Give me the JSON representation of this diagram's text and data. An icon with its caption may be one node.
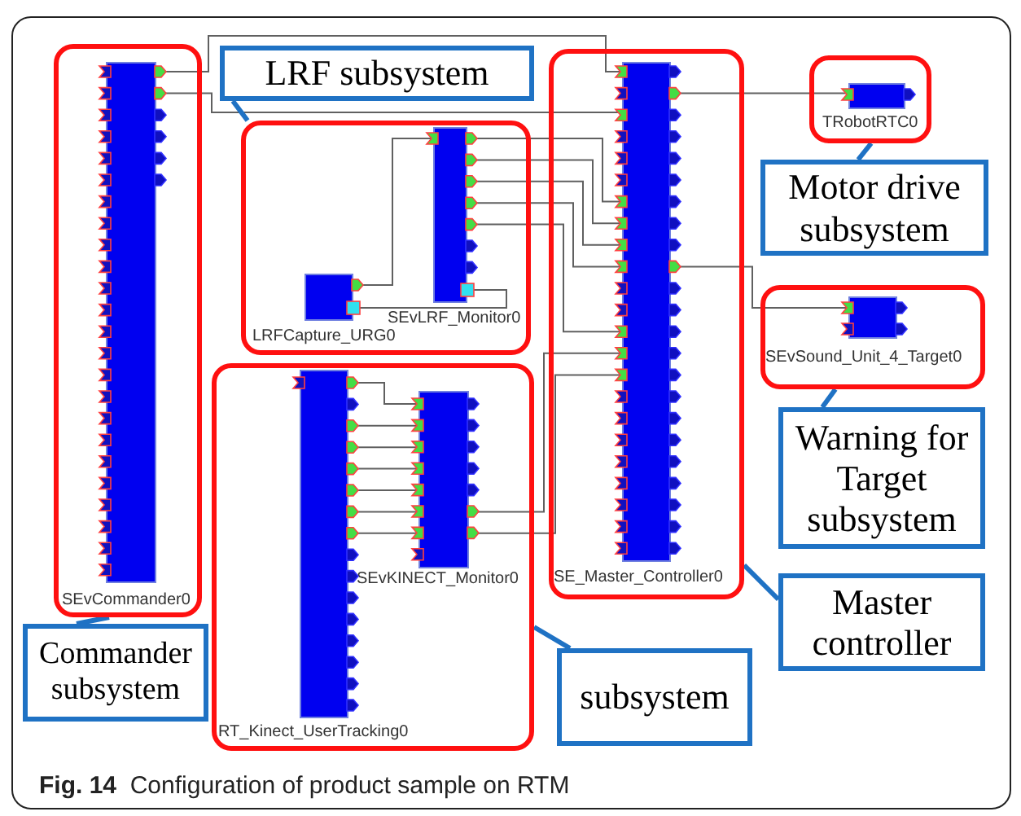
{
  "diagram": {
    "caption": "**Fig. 14**  Configuration of product sample on RTM",
    "nodes": [
      {
        "text": [],
        "shape": "box"
      },
      {
        "text": [],
        "shape": "box",
        "in": 0,
        "beside": [
          "SEvCommander0"
        ]
      },
      {
        "text": [],
        "shape": "box"
      },
      {
        "text": [],
        "shape": "box",
        "in": 2,
        "beside": [
          "SEvLRF_Monitor0"
        ]
      },
      {
        "text": [],
        "shape": "box",
        "in": 2,
        "beside": [
          "LRFCapture_URG0"
        ]
      },
      {
        "text": [],
        "shape": "box"
      },
      {
        "text": [],
        "shape": "box",
        "in": 5,
        "beside": [
          "SE_Master_Controller0"
        ]
      },
      {
        "text": [],
        "shape": "box"
      },
      {
        "text": [],
        "shape": "box",
        "in": 7,
        "beside": [
          "TRobotRTC0"
        ]
      },
      {
        "text": [],
        "shape": "box"
      },
      {
        "text": [],
        "shape": "box",
        "in": 9,
        "beside": [
          "RT_Kinect_UserTracking0"
        ]
      },
      {
        "text": [],
        "shape": "box",
        "in": 9,
        "beside": [
          "SEvKINECT_Monitor0"
        ]
      },
      {
        "text": [],
        "shape": "box"
      },
      {
        "text": [],
        "shape": "box",
        "in": 12,
        "beside": [
          "SEvSound_Unit_4_Target0"
        ]
      },
      {
        "text": [
          "LRF  subsystem"
        ]
      },
      {
        "text": [
          "Motor drive subsystem"
        ]
      },
      {
        "text": [
          "Warning for Target subsystem"
        ]
      },
      {
        "text": [
          "Master controller"
        ]
      },
      {
        "text": [
          "subsystem"
        ]
      },
      {
        "text": [
          "Commander subsystem"
        ]
      }
    ],
    "edges": [
      {
        "from": 1,
        "to": 6,
        "arrow": "none"
      },
      {
        "from": 1,
        "to": 6,
        "arrow": "none"
      },
      {
        "from": 4,
        "to": 3,
        "arrow": "none"
      },
      {
        "from": 4,
        "to": 3,
        "arrow": "none"
      },
      {
        "from": 3,
        "to": 6,
        "arrow": "none"
      },
      {
        "from": 3,
        "to": 6,
        "arrow": "none"
      },
      {
        "from": 3,
        "to": 6,
        "arrow": "none"
      },
      {
        "from": 3,
        "to": 6,
        "arrow": "none"
      },
      {
        "from": 3,
        "to": 6,
        "arrow": "none"
      },
      {
        "from": 6,
        "to": 8,
        "arrow": "none"
      },
      {
        "from": 6,
        "to": 13,
        "arrow": "none"
      },
      {
        "from": 10,
        "to": 11,
        "arrow": "none"
      },
      {
        "from": 10,
        "to": 11,
        "arrow": "none"
      },
      {
        "from": 10,
        "to": 11,
        "arrow": "none"
      },
      {
        "from": 10,
        "to": 11,
        "arrow": "none"
      },
      {
        "from": 10,
        "to": 11,
        "arrow": "none"
      },
      {
        "from": 10,
        "to": 11,
        "arrow": "none"
      },
      {
        "from": 10,
        "to": 11,
        "arrow": "none"
      },
      {
        "from": 11,
        "to": 6,
        "arrow": "none"
      },
      {
        "from": 11,
        "to": 6,
        "arrow": "none"
      },
      {
        "from": 14,
        "to": 2,
        "arrow": "none",
        "style": "thick",
        "color": "#1f72c4"
      },
      {
        "from": 15,
        "to": 7,
        "arrow": "none",
        "style": "thick",
        "color": "#1f72c4"
      },
      {
        "from": 16,
        "to": 12,
        "arrow": "none",
        "style": "thick",
        "color": "#1f72c4"
      },
      {
        "from": 17,
        "to": 5,
        "arrow": "none",
        "style": "thick",
        "color": "#1f72c4"
      },
      {
        "from": 18,
        "to": 9,
        "arrow": "none",
        "style": "thick",
        "color": "#1f72c4"
      },
      {
        "from": 19,
        "to": 0,
        "arrow": "none",
        "style": "thick",
        "color": "#1f72c4"
      }
    ]
  }
}
